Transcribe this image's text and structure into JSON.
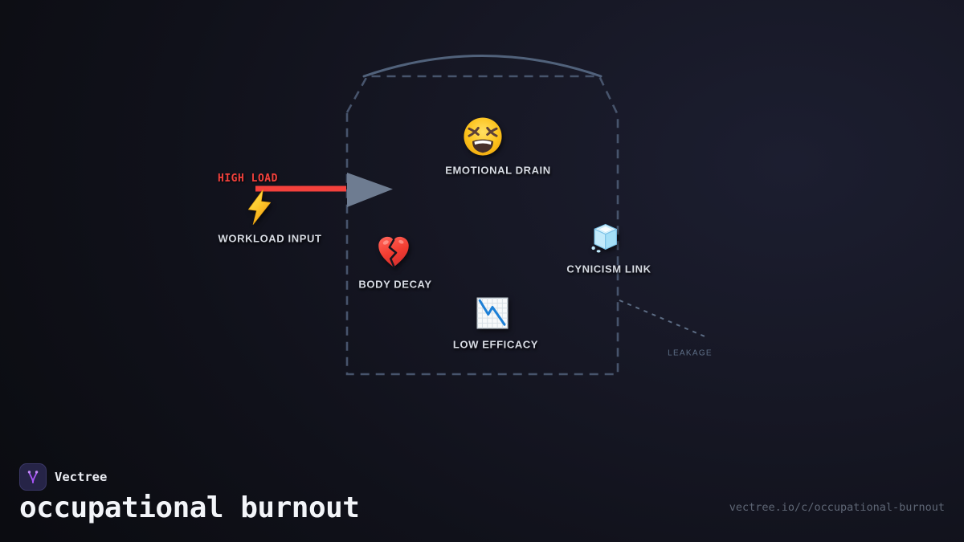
{
  "meta": {
    "brand": "Vectree",
    "title": "occupational burnout",
    "url": "vectree.io/c/occupational-burnout"
  },
  "diagram": {
    "input": {
      "flow_label": "HIGH LOAD",
      "node_label": "WORKLOAD INPUT",
      "icon": "high-voltage-emoji",
      "icon_char": "⚡"
    },
    "nodes": [
      {
        "id": "emotional-drain",
        "label": "EMOTIONAL DRAIN",
        "icon": "tired-face-emoji",
        "icon_char": "😫"
      },
      {
        "id": "body-decay",
        "label": "BODY DECAY",
        "icon": "broken-heart-emoji",
        "icon_char": "💔"
      },
      {
        "id": "low-efficacy",
        "label": "LOW EFFICACY",
        "icon": "chart-decreasing-emoji",
        "icon_char": "📉"
      },
      {
        "id": "cynicism-link",
        "label": "CYNICISM LINK",
        "icon": "ice-cube-emoji",
        "icon_char": "🧊"
      }
    ],
    "leakage_label": "LEAKAGE",
    "colors": {
      "flow_red": "#f4413c",
      "arrowhead_slate": "#6e7c91",
      "border_dash": "#47546c",
      "label_gray": "#d8dce4",
      "leakage_gray": "#5d6e86",
      "accent_purple": "#a855f7"
    }
  }
}
